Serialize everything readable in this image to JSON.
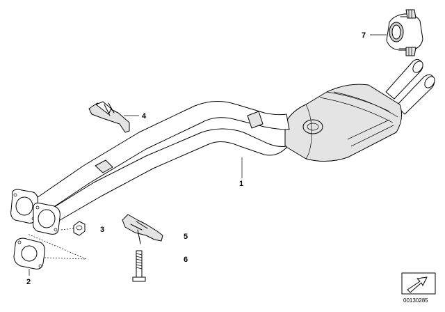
{
  "callouts": {
    "c1": "1",
    "c2": "2",
    "c3": "3",
    "c4": "4",
    "c5": "5",
    "c6": "6",
    "c7": "7"
  },
  "reference": "00130285",
  "colors": {
    "line": "#000000",
    "background": "#ffffff",
    "shade": "#e4e4e4"
  }
}
